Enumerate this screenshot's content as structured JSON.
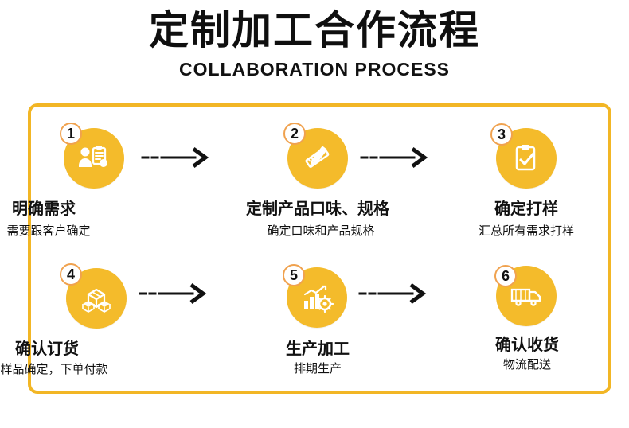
{
  "header": {
    "title": "定制加工合作流程",
    "subtitle": "COLLABORATION PROCESS"
  },
  "colors": {
    "accent": "#f4bb2b",
    "border": "#f2b625",
    "badge_border": "#f0a24f",
    "text": "#111111",
    "white": "#ffffff"
  },
  "steps": [
    {
      "number": "1",
      "title": "明确需求",
      "desc": "需要跟客户确定",
      "icon": "user-clipboard-icon"
    },
    {
      "number": "2",
      "title": "定制产品口味、规格",
      "desc": "确定口味和产品规格",
      "icon": "pencil-ruler-icon"
    },
    {
      "number": "3",
      "title": "确定打样",
      "desc": "汇总所有需求打样",
      "icon": "clipboard-check-icon"
    },
    {
      "number": "4",
      "title": "确认订货",
      "desc": "样品确定，下单付款",
      "icon": "boxes-icon"
    },
    {
      "number": "5",
      "title": "生产加工",
      "desc": "排期生产",
      "icon": "production-chart-gear-icon"
    },
    {
      "number": "6",
      "title": "确认收货",
      "desc": "物流配送",
      "icon": "delivery-truck-icon"
    }
  ]
}
